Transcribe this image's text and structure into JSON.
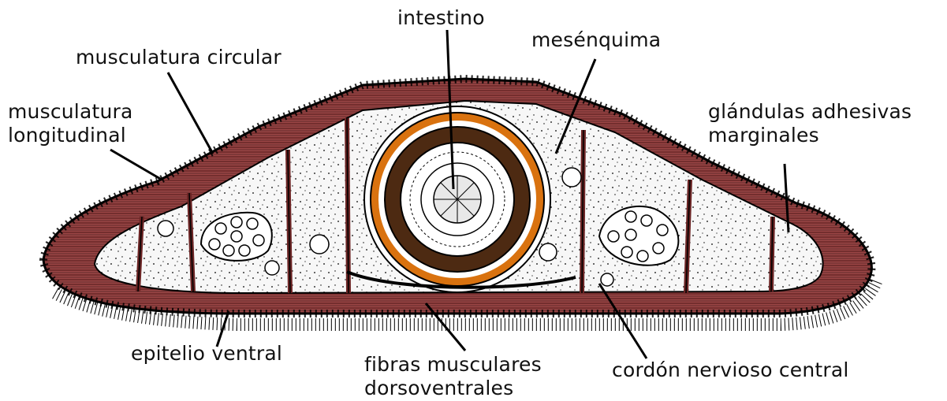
{
  "colors": {
    "background": "#ffffff",
    "outline": "#000000",
    "muscle": "#8e3a3a",
    "muscle_dark": "#5a1f1f",
    "mesenchyme": "#f6f6f6",
    "gut_wall": "#4d2a12",
    "gut_cells": "#d9720f"
  },
  "labels": {
    "intestino": "intestino",
    "mesenquima": "mesénquima",
    "musculatura_circular": "musculatura circular",
    "musculatura_longitudinal_1": "musculatura",
    "musculatura_longitudinal_2": "longitudinal",
    "glandulas_1": "glándulas adhesivas",
    "glandulas_2": "marginales",
    "epitelio_ventral": "epitelio ventral",
    "fibras_1": "fibras musculares",
    "fibras_2": "dorsoventrales",
    "cordon": "cordón nervioso central"
  }
}
